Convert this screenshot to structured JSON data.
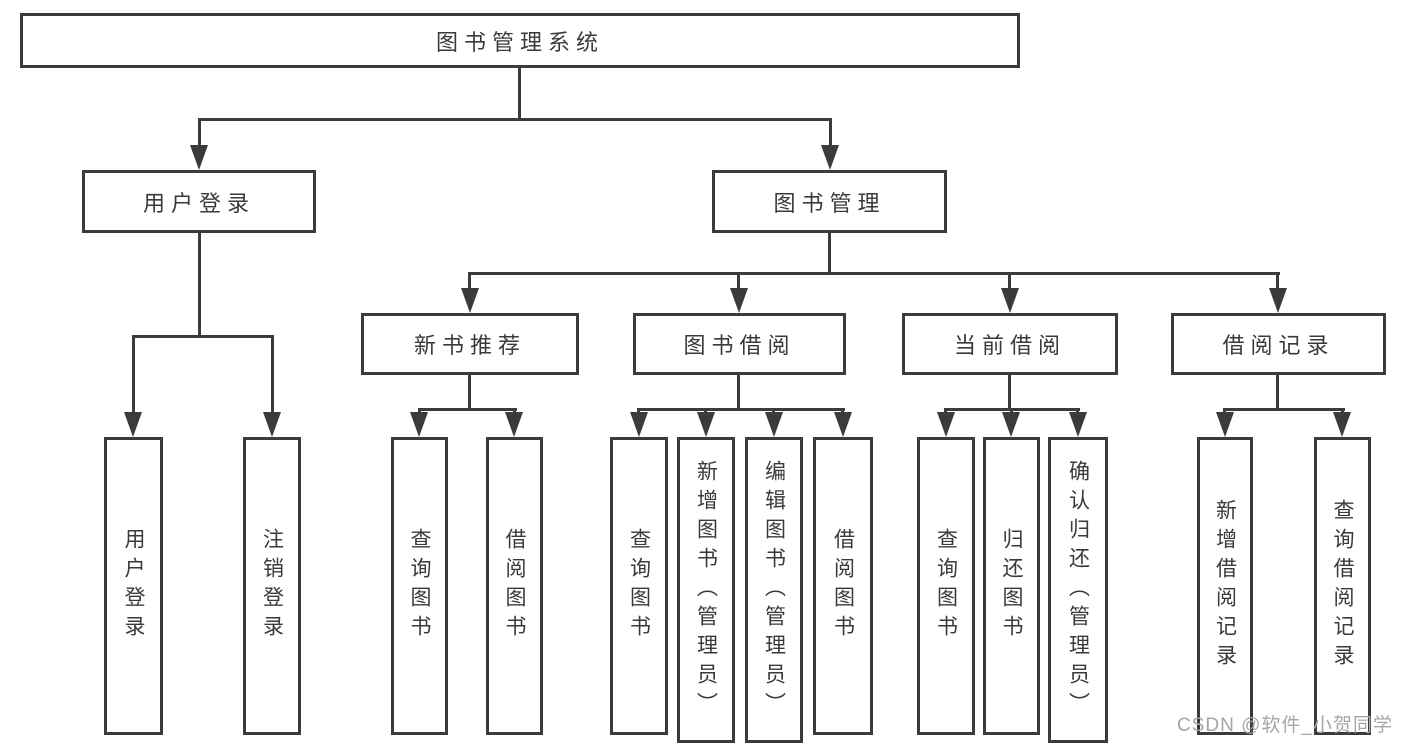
{
  "diagram": {
    "type": "hierarchy-tree",
    "root": {
      "label": "图书管理系统",
      "children": [
        {
          "label": "用户登录",
          "children": [
            {
              "label": "用户登录"
            },
            {
              "label": "注销登录"
            }
          ]
        },
        {
          "label": "图书管理",
          "children": [
            {
              "label": "新书推荐",
              "children": [
                {
                  "label": "查询图书"
                },
                {
                  "label": "借阅图书"
                }
              ]
            },
            {
              "label": "图书借阅",
              "children": [
                {
                  "label": "查询图书"
                },
                {
                  "label": "新增图书（管理员）"
                },
                {
                  "label": "编辑图书（管理员）"
                },
                {
                  "label": "借阅图书"
                }
              ]
            },
            {
              "label": "当前借阅",
              "children": [
                {
                  "label": "查询图书"
                },
                {
                  "label": "归还图书"
                },
                {
                  "label": "确认归还（管理员）"
                }
              ]
            },
            {
              "label": "借阅记录",
              "children": [
                {
                  "label": "新增借阅记录"
                },
                {
                  "label": "查询借阅记录"
                }
              ]
            }
          ]
        }
      ]
    },
    "colors": {
      "line": "#3b3b3b",
      "text": "#3a3a3a",
      "background": "#ffffff",
      "watermark": "#a6a6a6"
    }
  },
  "watermark": {
    "text": "CSDN @软件_小贺同学"
  }
}
